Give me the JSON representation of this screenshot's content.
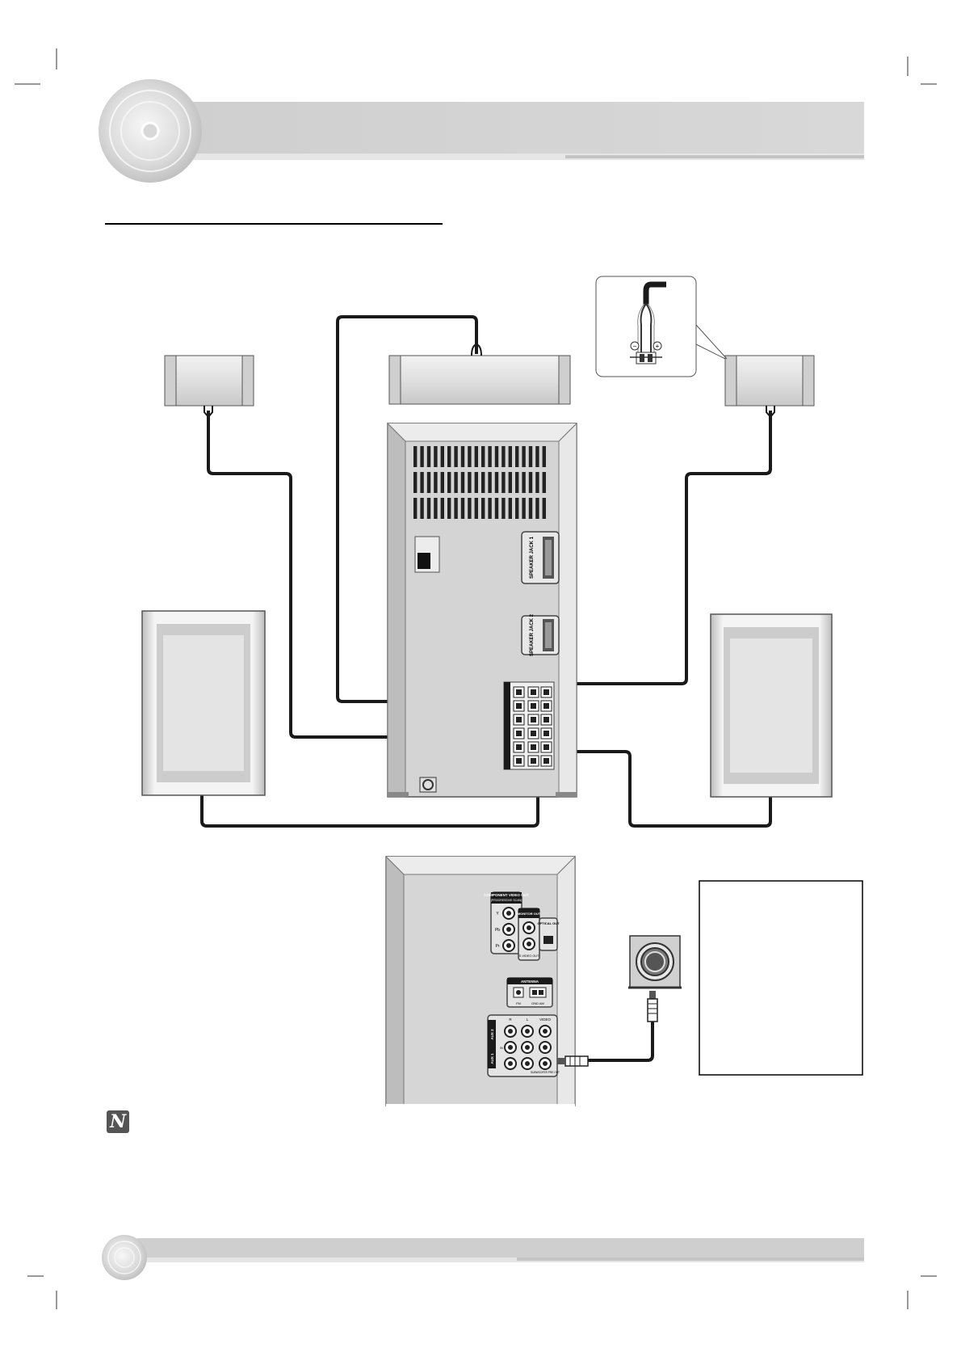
{
  "rear_panel": {
    "speaker_jacks_1": "SPEAKER JACK 1",
    "speaker_jacks_2": "SPEAKER JACK 2",
    "component_video_out": "COMPONENT VIDEO OUT",
    "progressive_scan": "(PROGRESSIVE SCAN)",
    "jack_y": "Y",
    "jack_pb": "Pb",
    "jack_pr": "Pr",
    "monitor_out": "MONITOR OUT",
    "svideo_out": "S-VIDEO OUT",
    "optical_out": "OPTICAL OUT",
    "antenna": "ANTENNA",
    "fm": "FM",
    "gnd_am": "GND AM",
    "col_r": "R",
    "col_l": "L",
    "col_video": "VIDEO",
    "aux2": "AUX 2",
    "aux1": "AUX 1",
    "row_in": "IN",
    "subwoofer_preout": "SUBWOOFER PRE OUT"
  },
  "speaker_terminal": {
    "minus": "−",
    "plus": "+"
  },
  "note_icon": "N",
  "colors": {
    "banner": "#d2d2d2",
    "device_body": "#d6d6d6",
    "cable": "#1a1a1a",
    "grille": "#222222"
  }
}
